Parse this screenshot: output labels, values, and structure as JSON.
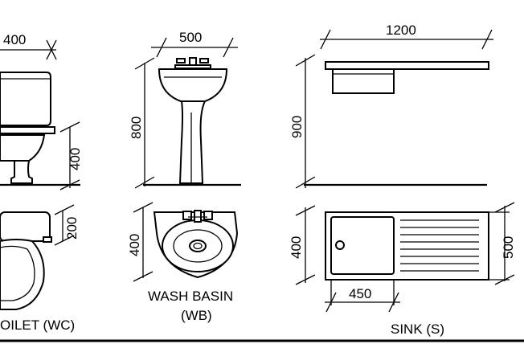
{
  "drawing": {
    "toilet": {
      "caption": "OILET (WC)",
      "width_dim": "400",
      "cistern_dim": "400",
      "plan_dim": "200"
    },
    "wash_basin": {
      "caption_line1": "WASH BASIN",
      "caption_line2": "(WB)",
      "width_dim": "500",
      "height_dim": "800",
      "plan_depth_dim": "400"
    },
    "sink": {
      "caption": "SINK (S)",
      "width_dim": "1200",
      "height_dim": "900",
      "plan_depth_dim": "400",
      "bowl_dim": "450",
      "drainer_dim": "500"
    }
  }
}
